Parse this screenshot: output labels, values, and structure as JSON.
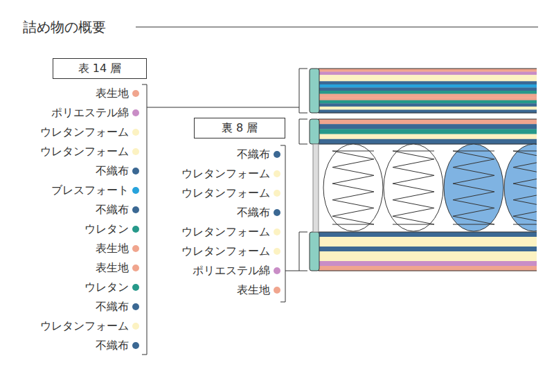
{
  "diagram": {
    "title": "詰め物の概要",
    "nodes": [
      {
        "text": [
          "表 14 層"
        ]
      },
      {
        "text": [
          "裏 8 層"
        ]
      }
    ],
    "legend": [
      {
        "text": "表生地",
        "color": "#f0a58e"
      },
      {
        "text": "ポリエステル綿",
        "color": "#c98dc6"
      },
      {
        "text": "ウレタンフォーム",
        "color": "#fcf2c2"
      },
      {
        "text": "ウレタンフォーム",
        "color": "#fcf2c2"
      },
      {
        "text": "不織布",
        "color": "#3b6893"
      },
      {
        "text": "ブレスフォート",
        "color": "#27a3dc"
      },
      {
        "text": "不織布",
        "color": "#3b6893"
      },
      {
        "text": "ウレタン",
        "color": "#26998a"
      },
      {
        "text": "表生地",
        "color": "#f0a58e"
      },
      {
        "text": "表生地",
        "color": "#f0a58e"
      },
      {
        "text": "ウレタン",
        "color": "#26998a"
      },
      {
        "text": "不織布",
        "color": "#3b6893"
      },
      {
        "text": "ウレタンフォーム",
        "color": "#fcf2c2"
      },
      {
        "text": "不織布",
        "color": "#3b6893"
      },
      {
        "text": "不織布",
        "color": "#3b6893"
      },
      {
        "text": "ウレタンフォーム",
        "color": "#fcf2c2"
      },
      {
        "text": "ウレタンフォーム",
        "color": "#fcf2c2"
      },
      {
        "text": "不織布",
        "color": "#3b6893"
      },
      {
        "text": "ウレタンフォーム",
        "color": "#fcf2c2"
      },
      {
        "text": "ウレタンフォーム",
        "color": "#fcf2c2"
      },
      {
        "text": "ポリエステル綿",
        "color": "#c98dc6"
      },
      {
        "text": "表生地",
        "color": "#f0a58e"
      }
    ]
  }
}
